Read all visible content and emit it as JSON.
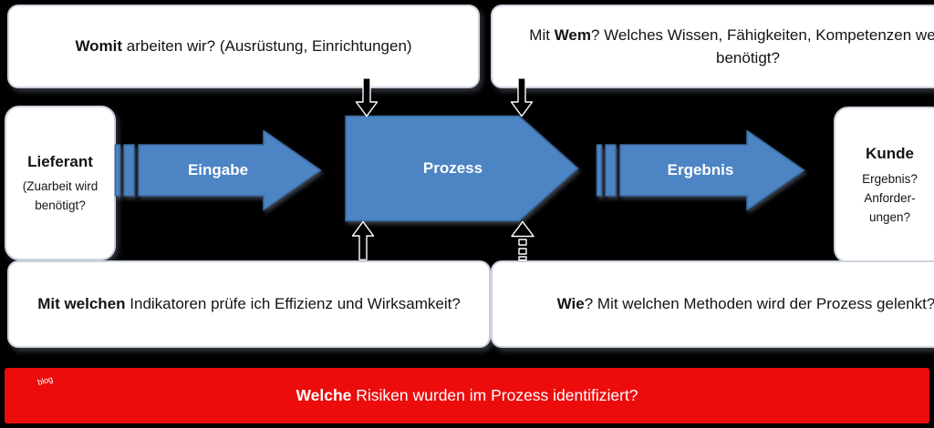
{
  "colors": {
    "background": "#000000",
    "box_bg": "#ffffff",
    "box_border": "#ccd3de",
    "arrow_fill": "#4d84c4",
    "arrow_border": "#3a689c",
    "connector_fill": "#000000",
    "connector_outline": "#ffffff",
    "banner_bg": "#ec0c0c",
    "banner_text": "#ffffff"
  },
  "boxes": {
    "womit": {
      "bold": "Womit",
      "rest": " arbeiten wir? (Ausrüstung, Einrichtungen)"
    },
    "wem": {
      "pre": "Mit ",
      "bold": "Wem",
      "rest": "? Welches Wissen, Fähigkeiten, Kompetenzen werden benötigt?"
    },
    "lieferant": {
      "title": "Lieferant",
      "subtitle": "(Zuarbeit wird benötigt?"
    },
    "kunde": {
      "title": "Kunde",
      "subtitle": "Ergebnis? Anforder- ungen?"
    },
    "indikatoren": {
      "bold": "Mit welchen",
      "rest": " Indikatoren prüfe ich Effizienz und Wirksamkeit?"
    },
    "wie": {
      "bold": "Wie",
      "rest": "? Mit welchen Methoden wird der Prozess gelenkt?"
    }
  },
  "arrows": {
    "eingabe": "Eingabe",
    "prozess": "Prozess",
    "ergebnis": "Ergebnis"
  },
  "banner": {
    "bold": "Welche",
    "rest": " Risiken wurden im Prozess identifiziert?",
    "watermark": "blog"
  }
}
